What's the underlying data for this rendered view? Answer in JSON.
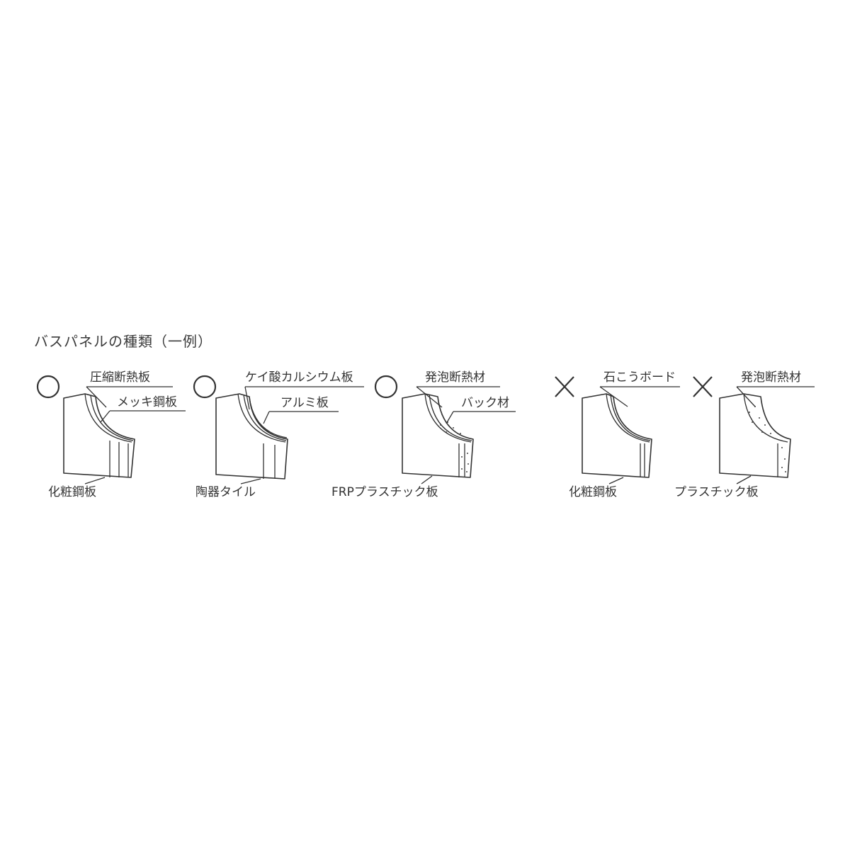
{
  "title": "バスパネルの種類（一例）",
  "panels": [
    {
      "verdict": "○",
      "verdict_icon": "circle-icon",
      "labels": {
        "top": "圧縮断熱板",
        "side": "メッキ鋼板",
        "bottom": "化粧鋼板"
      }
    },
    {
      "verdict": "○",
      "verdict_icon": "circle-icon",
      "labels": {
        "top": "ケイ酸カルシウム板",
        "side": "アルミ板",
        "bottom": "陶器タイル"
      }
    },
    {
      "verdict": "○",
      "verdict_icon": "circle-icon",
      "labels": {
        "top": "発泡断熱材",
        "side": "バック材",
        "bottom": "FRPプラスチック板"
      }
    },
    {
      "verdict": "×",
      "verdict_icon": "cross-icon",
      "labels": {
        "top": "石こうボード",
        "bottom": "化粧鋼板"
      }
    },
    {
      "verdict": "×",
      "verdict_icon": "cross-icon",
      "labels": {
        "top": "発泡断熱材",
        "bottom": "プラスチック板"
      }
    }
  ]
}
